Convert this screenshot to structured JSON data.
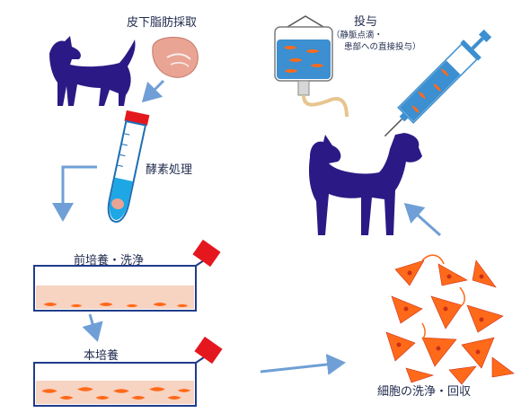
{
  "labels": {
    "fat_harvest": "皮下脂肪採取",
    "enzyme": "酵素処理",
    "pre_culture": "前培養・洗浄",
    "main_culture": "本培養",
    "wash_collect": "細胞の洗浄・回収",
    "administration": "投与",
    "administration_note_1": "（静脈点滴・",
    "administration_note_2": "患部への直接投与）"
  },
  "colors": {
    "dog": "#2b1a85",
    "arrow": "#6f9fd6",
    "cap_red": "#e5171e",
    "fat_pink": "#e9a494",
    "medium_pink": "#f7d3c2",
    "cell_orange": "#ff6a1a",
    "cell_dark": "#c9301a",
    "iv_blue": "#3c8fd0",
    "text": "#1f2a4d"
  },
  "icons": [
    "dog-icon",
    "fat-tissue-icon",
    "centrifuge-tube-icon",
    "culture-flask-icon",
    "iv-bag-icon",
    "syringe-icon",
    "cells-icon"
  ]
}
